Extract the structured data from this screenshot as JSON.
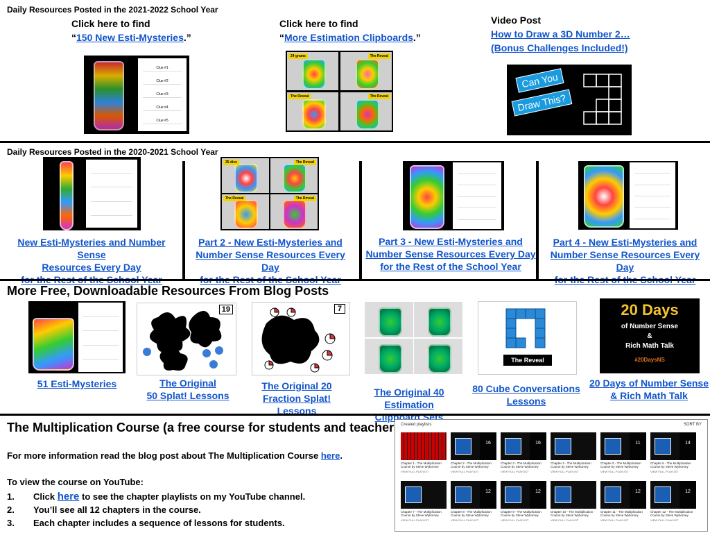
{
  "section2022": {
    "heading": "Daily Resources Posted in the 2021-2022 School Year",
    "col1": {
      "line1": "Click here to find",
      "quote_open": "“",
      "link": "150 New Esti-Mysteries",
      "quote_close": ".”"
    },
    "col2": {
      "line1": "Click here to find",
      "quote_open": "“",
      "link": "More Estimation Clipboards",
      "quote_close": ".”"
    },
    "col3": {
      "line1": "Video Post",
      "link1": "How to Draw a 3D Number 2…",
      "link2": "(Bonus Challenges Included!)"
    },
    "thumb_clues": [
      "Clue #1",
      "Clue #2",
      "Clue #3",
      "Clue #4",
      "Clue #5"
    ],
    "thumb_tags": [
      "24 grams",
      "The Reveal",
      "The Reveal",
      "The Reveal"
    ],
    "video_thumb": {
      "line1": "Can You",
      "line2": "Draw This?"
    }
  },
  "section2021": {
    "heading": "Daily Resources Posted in the 2020-2021 School Year",
    "items": [
      {
        "line1": "New Esti-Mysteries and Number Sense",
        "line2": "Resources Every Day",
        "line3": "for the Rest of the School Year"
      },
      {
        "line1": "Part 2 - New Esti-Mysteries and",
        "line2": "Number Sense Resources Every Day",
        "line3": "for the Rest of the School Year"
      },
      {
        "line1": "Part 3 - New Esti-Mysteries and",
        "line2": "Number Sense Resources Every Day",
        "line3": "for the Rest of the School Year"
      },
      {
        "line1": "Part 4 - New Esti-Mysteries and",
        "line2": "Number Sense Resources Every Day",
        "line3": "for the Rest of the School Year"
      }
    ],
    "thumb_tags": [
      "35 dice",
      "The Reveal",
      "The Reveal",
      "The Reveal"
    ]
  },
  "blog": {
    "heading": "More Free, Downloadable Resources From Blog Posts",
    "items": [
      {
        "line1": "51 Esti-Mysteries"
      },
      {
        "line1": "The Original ",
        "line2": "50 Splat! Lessons "
      },
      {
        "line1": "The Original 20",
        "line2": "Fraction Splat! Lessons"
      },
      {
        "line1": "The Original 40 Estimation",
        "line2": "Clipboard Sets"
      },
      {
        "line1": "80 Cube Conversations",
        "line2": "Lessons"
      },
      {
        "line1": "20 Days of Number Sense",
        "line2": "& Rich Math Talk"
      }
    ],
    "splat_num1": "19",
    "splat_num2": "7",
    "reveal_label": "The Reveal",
    "days_thumb": {
      "title": "20 Days",
      "sub1": "of Number Sense",
      "sub2": "&",
      "sub3": "Rich Math Talk",
      "hashtag": "#20DaysNS"
    }
  },
  "course": {
    "heading": "The Multiplication Course (a free course for students and teachers)",
    "info_text": "For more information read the blog post about The Multiplication Course ",
    "info_link": "here",
    "info_end": ".",
    "view_text": "To view the course on YouTube:",
    "steps": [
      {
        "num": "1.",
        "pre": "Click ",
        "link": "here",
        "post": " to see the chapter playlists on my YouTube channel."
      },
      {
        "num": "2.",
        "text": "You’ll see all 12 chapters in the course."
      },
      {
        "num": "3.",
        "text": "Each chapter includes a sequence of lessons for students."
      }
    ],
    "playlist": {
      "header": "Created playlists",
      "sort": "SORT BY",
      "chapters": [
        {
          "title": "Chapter 1 - The Multiplication Course by Steve Wyborney",
          "count": ""
        },
        {
          "title": "Chapter 2 - The Multiplication Course by Steve Wyborney",
          "count": "16"
        },
        {
          "title": "Chapter 3 - The Multiplication Course by Steve Wyborney",
          "count": "16"
        },
        {
          "title": "Chapter 4 - The Multiplication Course by Steve Wyborney",
          "count": ""
        },
        {
          "title": "Chapter 5 - The Multiplication Course by Steve Wyborney",
          "count": "11"
        },
        {
          "title": "Chapter 6 - The Multiplication Course by Steve Wyborney",
          "count": "14"
        },
        {
          "title": "Chapter 7 - The Multiplication Course by Steve Wyborney",
          "count": ""
        },
        {
          "title": "Chapter 8 - The Multiplication Course by Steve Wyborney",
          "count": "12"
        },
        {
          "title": "Chapter 9 - The Multiplication Course by Steve Wyborney",
          "count": "12"
        },
        {
          "title": "Chapter 10 - The Multiplication Course by Steve Wyborney",
          "count": ""
        },
        {
          "title": "Chapter 11 - The Multiplication Course by Steve Wyborney",
          "count": "12"
        },
        {
          "title": "Chapter 12 - The Multiplication Course by Steve Wyborney",
          "count": "12"
        }
      ],
      "view_label": "VIEW FULL PLAYLIST"
    }
  }
}
